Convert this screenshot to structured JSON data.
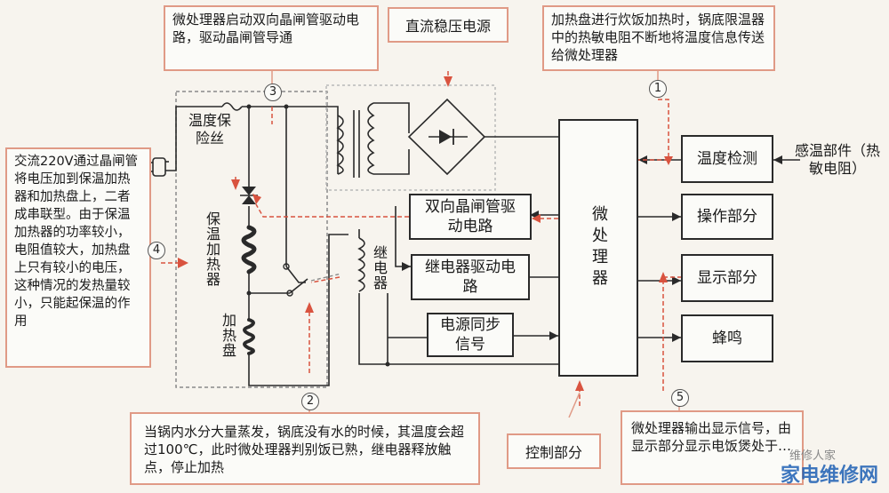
{
  "callouts": {
    "triac_start": "微处理器启动双向晶闸管驱动电路，驱动晶闸管导通",
    "power_supply": "直流稳压电源",
    "temp_sense": "加热盘进行炊饭加热时，锅底限温器中的热敏电阻不断地将温度信息传送给微处理器",
    "ac_path": "交流220V通过晶闸管将电压加到保温加热器和加热盘上，二者成串联型。由于保温加热器的功率较小，电阻值较大，加热盘上只有较小的电压，这种情况的发热量较小，只能起保温的作用",
    "boil_dry": "当锅内水分大量蒸发，锅底没有水的时候，其温度会超过100℃，此时微处理器判别饭已熟，继电器释放触点，停止加热",
    "control": "控制部分",
    "display_out": "微处理器输出显示信号，由显示部分显示电饭煲处于…"
  },
  "blocks": {
    "temp_detect": "温度检测",
    "operation": "操作部分",
    "display": "显示部分",
    "buzzer": "蜂鸣",
    "mcu": "微处理器",
    "triac_driver": "双向晶闸管驱动电路",
    "relay_driver": "继电器驱动电路",
    "power_sync": "电源同步信号"
  },
  "labels": {
    "sensor": "感温部件（热敏电阻）",
    "fuse": "温度保险丝",
    "keep_warm_heater": "保温加热器",
    "relay": "继电器",
    "heating_plate": "加热盘"
  },
  "steps": [
    "1",
    "2",
    "3",
    "4",
    "5"
  ],
  "watermark": "家电维修网",
  "watermark_small": "维修人家",
  "colors": {
    "line": "#2a2a2a",
    "signal": "#d9533f",
    "callout_border": "#e09a86",
    "dashed": "#8a8a8a"
  }
}
